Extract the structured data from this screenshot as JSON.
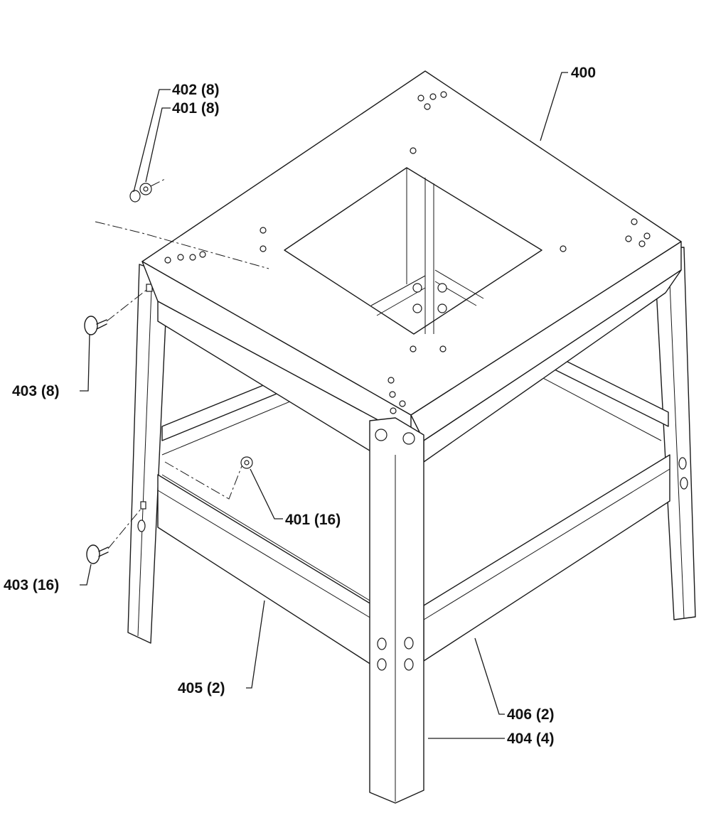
{
  "diagram": {
    "callouts": [
      {
        "id": "400",
        "text": "400"
      },
      {
        "id": "402",
        "text": "402 (8)"
      },
      {
        "id": "401a",
        "text": "401 (8)"
      },
      {
        "id": "403a",
        "text": "403 (8)"
      },
      {
        "id": "401b",
        "text": "401 (16)"
      },
      {
        "id": "403b",
        "text": "403 (16)"
      },
      {
        "id": "405",
        "text": "405 (2)"
      },
      {
        "id": "406",
        "text": "406 (2)"
      },
      {
        "id": "404",
        "text": "404 (4)"
      }
    ]
  }
}
